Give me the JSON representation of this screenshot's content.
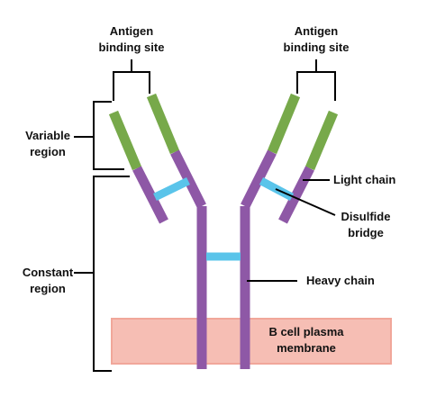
{
  "labels": {
    "antigen_left": [
      "Antigen",
      "binding site"
    ],
    "antigen_right": [
      "Antigen",
      "binding site"
    ],
    "variable": [
      "Variable",
      "region"
    ],
    "constant": [
      "Constant",
      "region"
    ],
    "light_chain": "Light chain",
    "disulfide": [
      "Disulfide",
      "bridge"
    ],
    "heavy_chain": "Heavy chain",
    "membrane": [
      "B cell plasma",
      "membrane"
    ]
  },
  "colors": {
    "heavy_chain": "#8e58a6",
    "variable_region": "#77a94a",
    "disulfide_bridge": "#5ac4ea",
    "membrane_fill": "#f6beb4",
    "membrane_stroke": "#f1a79a",
    "line": "#000000"
  }
}
